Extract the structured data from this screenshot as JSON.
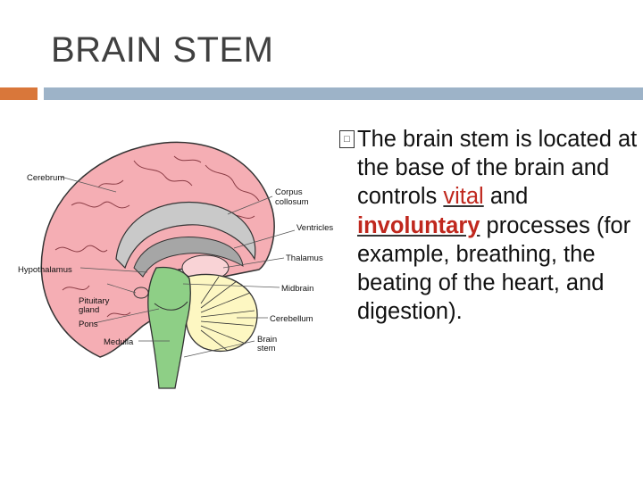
{
  "slide": {
    "title": "BRAIN STEM",
    "bullet_glyph": "□",
    "text_1": "The brain stem is located at the base of the brain and controls ",
    "highlight_1": "vital",
    "text_2": " and ",
    "highlight_2": "involuntary",
    "text_3": " processes (for example, breathing, the beating of the heart, and digestion)."
  },
  "diagram": {
    "labels": {
      "cerebrum": "Cerebrum",
      "corpus_callosum_1": "Corpus",
      "corpus_callosum_2": "collosum",
      "ventricles": "Ventricles",
      "thalamus": "Thalamus",
      "hypothalamus": "Hypothalamus",
      "midbrain": "Midbrain",
      "pituitary_1": "Pituitary",
      "pituitary_2": "gland",
      "cerebellum": "Cerebellum",
      "pons": "Pons",
      "medulla": "Medulla",
      "brain_stem_1": "Brain",
      "brain_stem_2": "stem"
    },
    "colors": {
      "cerebrum": "#f5aeb4",
      "corpus_callosum": "#c9c9c9",
      "ventricles": "#a6a6a6",
      "brain_stem": "#8ecf86",
      "cerebellum": "#fdf7c2",
      "thalamus": "#f9d3d6"
    }
  }
}
